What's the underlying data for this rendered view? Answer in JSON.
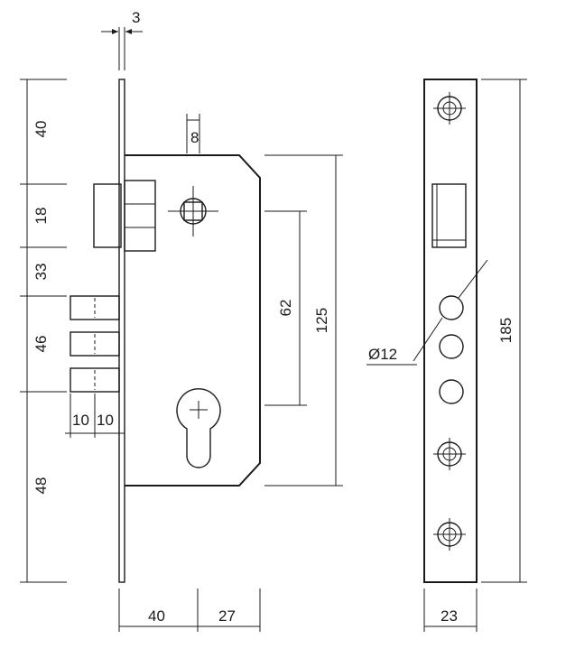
{
  "dimensions": {
    "plate_thickness": "3",
    "follower_size": "8",
    "top_to_latch": "40",
    "latch_height": "18",
    "latch_to_bolt": "33",
    "bolt_height": "46",
    "bolt_to_bottom": "48",
    "bolt_throw_1": "10",
    "bolt_throw_2": "10",
    "backset": "40",
    "case_rear": "27",
    "centre_distance": "62",
    "case_height": "125",
    "hole_diameter": "Ø12",
    "faceplate_height": "185",
    "faceplate_width": "23"
  }
}
